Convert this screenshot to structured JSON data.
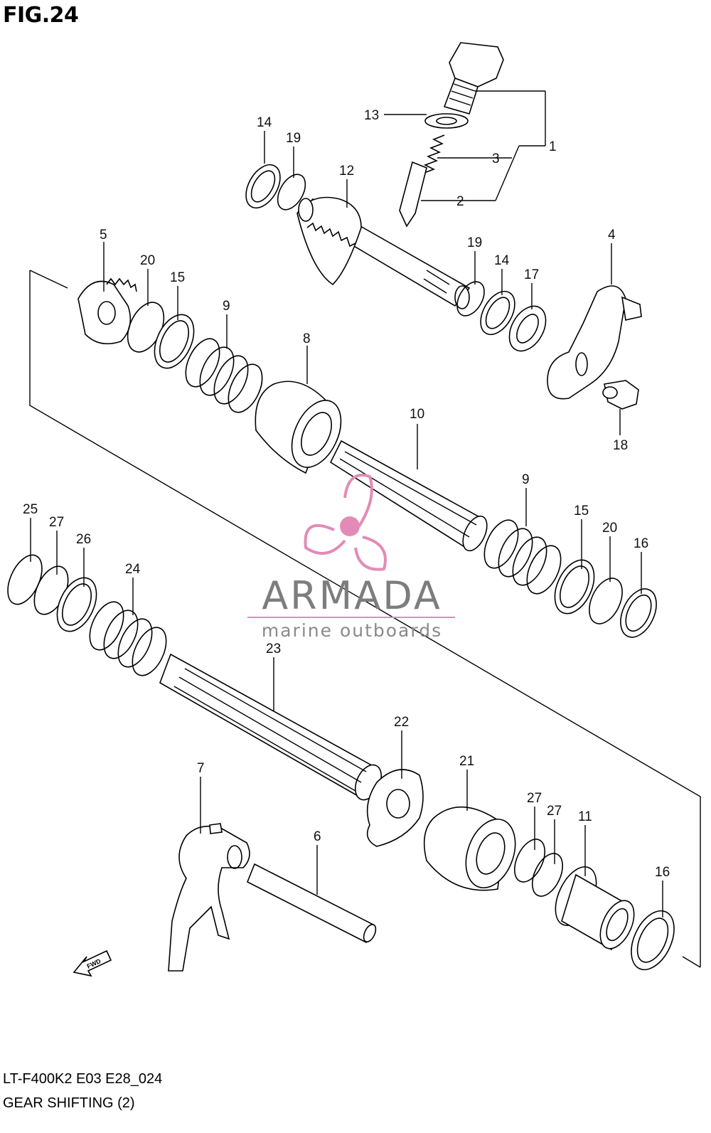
{
  "figure_title": "FIG.24",
  "footer": {
    "code": "LT-F400K2 E03 E28_024",
    "name": "GEAR SHIFTING (2)"
  },
  "watermark": {
    "brand": "ARMADA",
    "tagline": "marine outboards",
    "accent_color": "#e38bb6"
  },
  "direction_marker": "FWD",
  "callouts": {
    "c1": "1",
    "c2": "2",
    "c3": "3",
    "c4": "4",
    "c5": "5",
    "c6": "6",
    "c7": "7",
    "c8": "8",
    "c9a": "9",
    "c9b": "9",
    "c10": "10",
    "c11": "11",
    "c12": "12",
    "c13": "13",
    "c14a": "14",
    "c14b": "14",
    "c15a": "15",
    "c15b": "15",
    "c16a": "16",
    "c16b": "16",
    "c17": "17",
    "c18": "18",
    "c19a": "19",
    "c19b": "19",
    "c20a": "20",
    "c20b": "20",
    "c21": "21",
    "c22": "22",
    "c23": "23",
    "c24": "24",
    "c25": "25",
    "c26": "26",
    "c27a": "27",
    "c27b": "27",
    "c27c": "27"
  }
}
